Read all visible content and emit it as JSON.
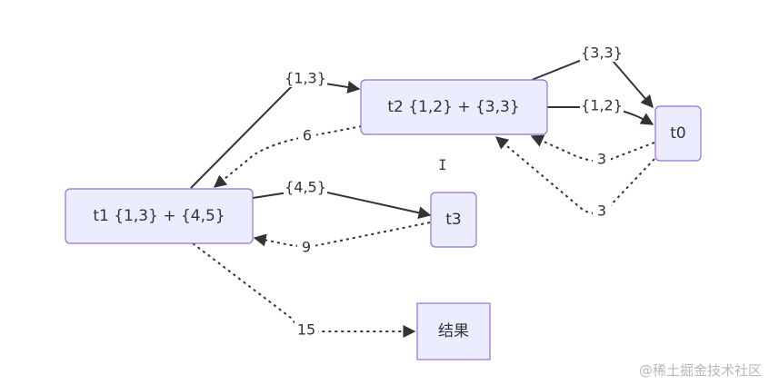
{
  "nodes": {
    "t2": "t2 {1,2} + {3,3}",
    "t0": "t0",
    "t1": "t1 {1,3} + {4,5}",
    "t3": "t3",
    "result": "结果"
  },
  "edges": [
    {
      "from": "t1",
      "to": "t2",
      "label": "{1,3}",
      "style": "solid"
    },
    {
      "from": "t2",
      "to": "t1",
      "label": "6",
      "style": "dotted"
    },
    {
      "from": "t2",
      "to": "t0",
      "label": "{3,3}",
      "style": "solid"
    },
    {
      "from": "t2",
      "to": "t0",
      "label": "{1,2}",
      "style": "solid"
    },
    {
      "from": "t0",
      "to": "t2",
      "label": "3",
      "style": "dotted"
    },
    {
      "from": "t0",
      "to": "t2",
      "label": "3",
      "style": "dotted"
    },
    {
      "from": "t1",
      "to": "t3",
      "label": "{4,5}",
      "style": "solid"
    },
    {
      "from": "t3",
      "to": "t1",
      "label": "9",
      "style": "dotted"
    },
    {
      "from": "t1",
      "to": "result",
      "label": "15",
      "style": "dotted"
    }
  ],
  "cursor_glyph": "I",
  "watermark": "@稀土掘金技术社区",
  "colors": {
    "node_fill": "#ECECFF",
    "node_stroke": "#9370DB",
    "edge": "#333333"
  }
}
